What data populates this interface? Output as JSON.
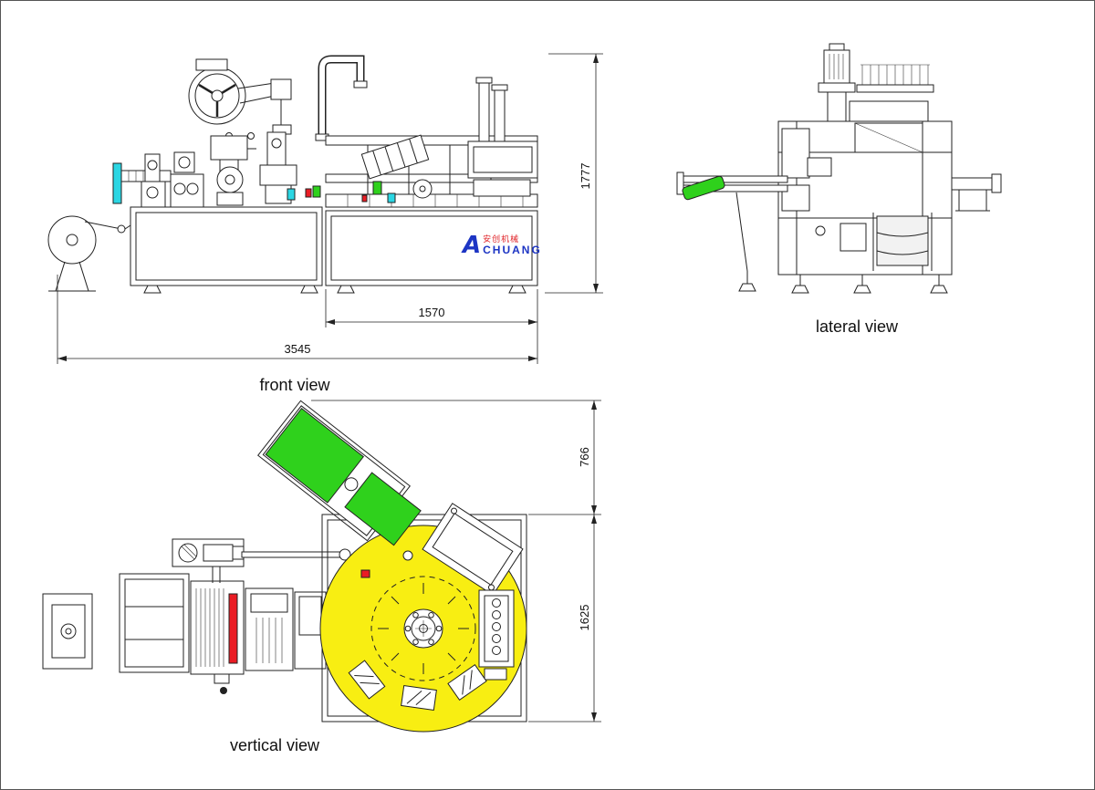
{
  "page": {
    "title": "cartoning machine three-view technical drawing",
    "background": "#ffffff"
  },
  "colors": {
    "line": "#222222",
    "green": "#2fd11c",
    "yellow": "#f8ee12",
    "red": "#ea1c24",
    "cyan": "#2bd6e3",
    "roll_gray": "#f2f2f2",
    "logo_blue": "#1d35c4",
    "logo_red": "#e02328"
  },
  "views": {
    "front": {
      "label": "front view"
    },
    "lateral": {
      "label": "lateral view"
    },
    "vertical": {
      "label": "vertical view"
    }
  },
  "dimensions": {
    "front_total_height": "1777",
    "front_right_width": "1570",
    "front_total_width": "3545",
    "vertical_top_depth": "766",
    "vertical_main_depth": "1625"
  },
  "logo": {
    "initial": "A",
    "cn": "安创机械",
    "en": "CHUANG"
  }
}
